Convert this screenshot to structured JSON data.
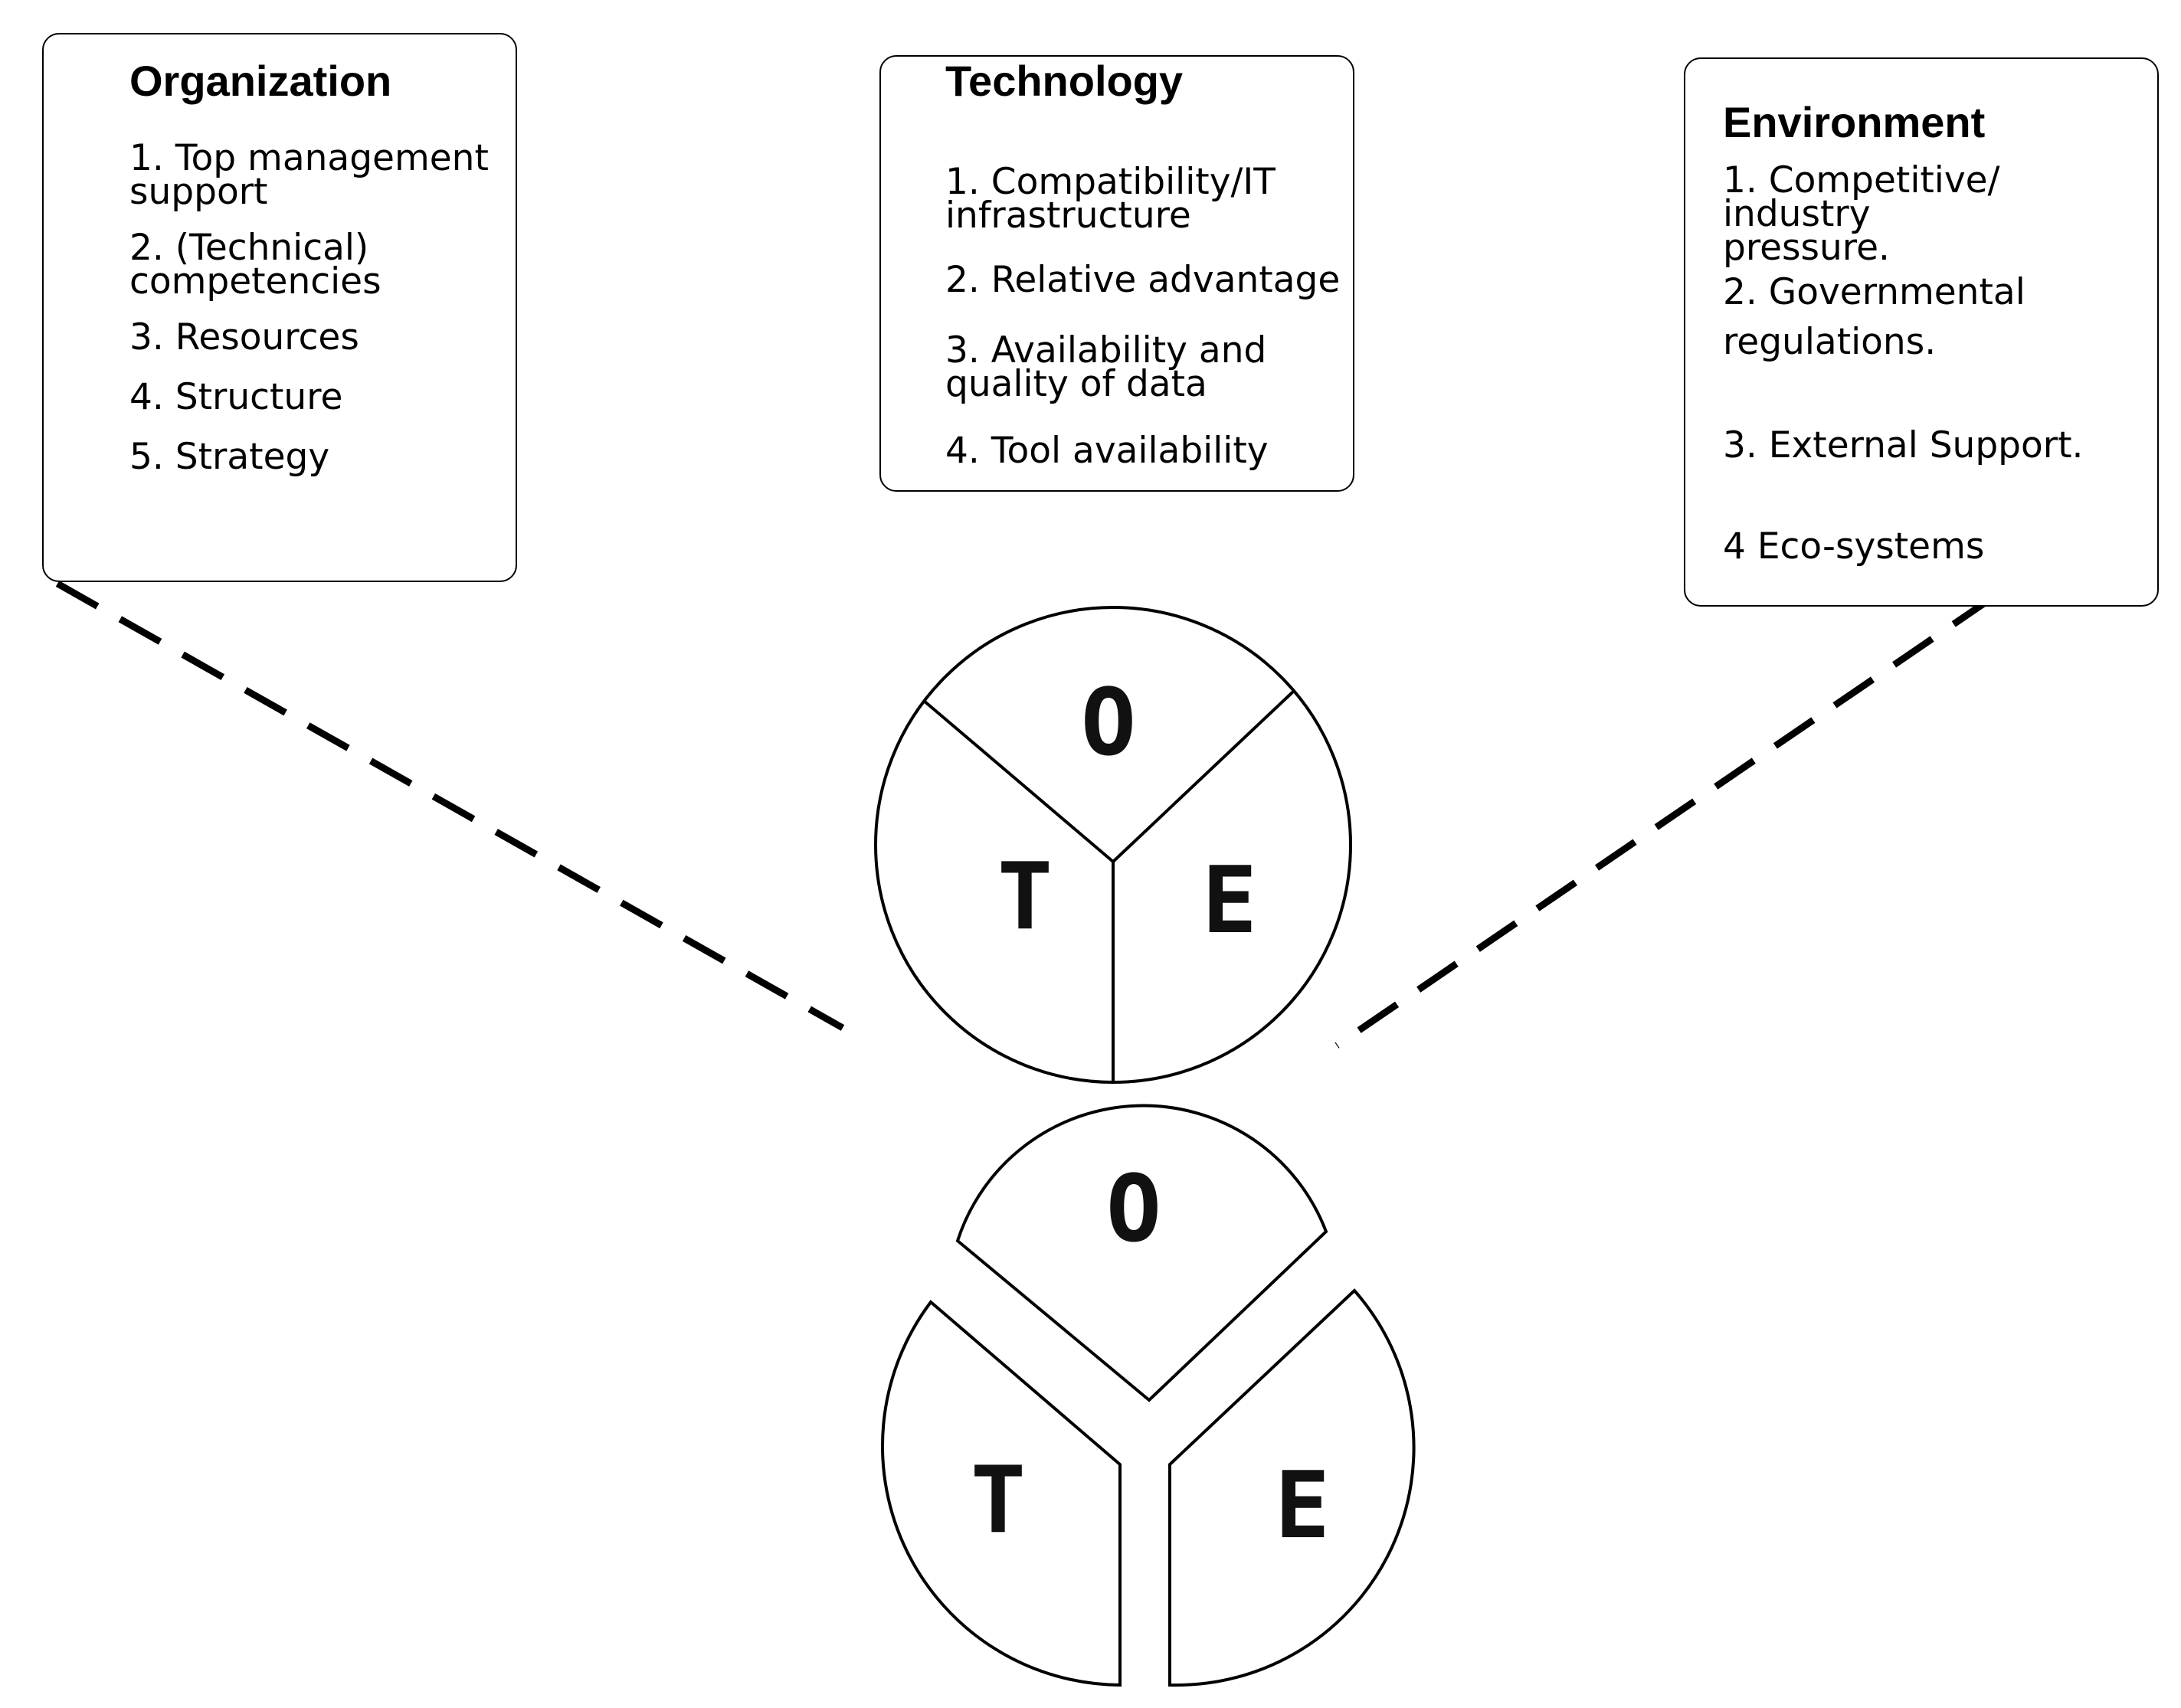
{
  "organization": {
    "title": "Organization",
    "items": [
      "1. Top management\nsupport",
      "2. (Technical)\ncompetencies",
      "3. Resources",
      "4. Structure",
      "5. Strategy"
    ]
  },
  "technology": {
    "title": "Technology",
    "items": [
      "1. Compatibility/IT\ninfrastructure",
      "2. Relative advantage",
      "3. Availability and\nquality of data",
      "4. Tool availability"
    ]
  },
  "environment": {
    "title": "Environment",
    "items": [
      "1. Competitive/ industry\npressure.",
      "2. Governmental",
      "regulations.",
      "3. External Support.",
      "4 Eco-systems"
    ]
  },
  "wheel_combined": {
    "o": "O",
    "t": "T",
    "e": "E"
  },
  "wheel_exploded": {
    "o": "O",
    "t": "T",
    "e": "E"
  }
}
